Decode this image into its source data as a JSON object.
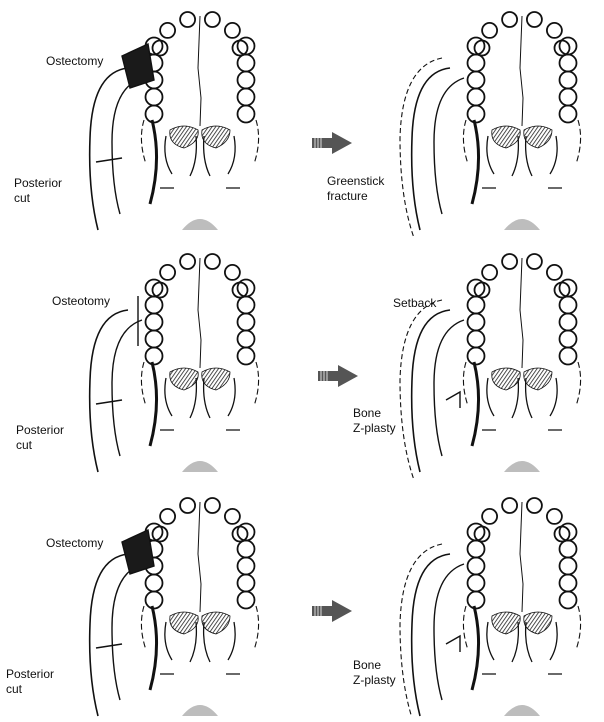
{
  "colors": {
    "ink": "#111111",
    "arrow": "#555555",
    "fill": "#1a1a1a",
    "hatch": "#222222",
    "nasal": "#bdbdbd"
  },
  "rows": [
    {
      "left_labels": {
        "top": "Ostectomy",
        "bottom": [
          "Posterior",
          "cut"
        ]
      },
      "right_labels": {
        "top": "",
        "bottom": [
          "Greenstick",
          "fracture"
        ]
      }
    },
    {
      "left_labels": {
        "top": "Osteotomy",
        "bottom": [
          "Posterior",
          "cut"
        ]
      },
      "right_labels": {
        "top": "Setback",
        "bottom": [
          "Bone",
          "Z-plasty"
        ]
      }
    },
    {
      "left_labels": {
        "top": "Ostectomy",
        "bottom": [
          "Posterior",
          "cut"
        ]
      },
      "right_labels": {
        "top": "",
        "bottom": [
          "Bone",
          "Z-plasty"
        ]
      }
    }
  ],
  "arrow_icon": "right-arrow-icon"
}
